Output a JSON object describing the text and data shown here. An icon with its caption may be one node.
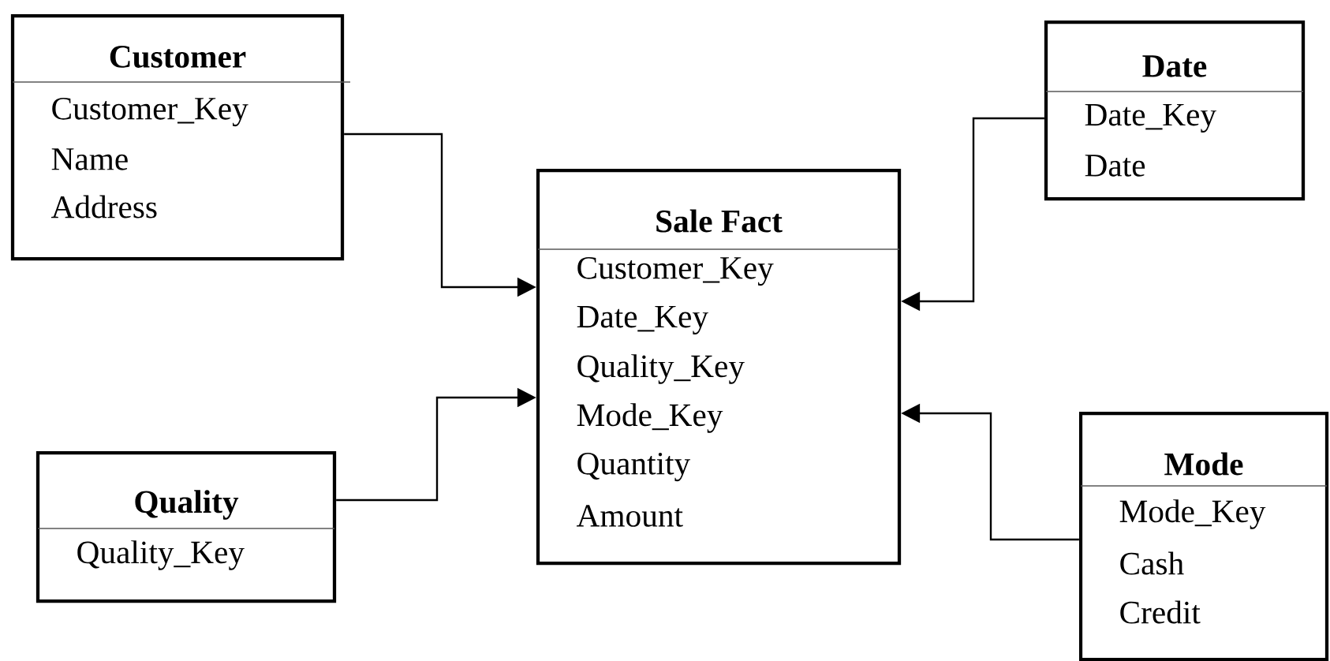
{
  "diagram": {
    "nodes": [
      {
        "text": [
          "Customer",
          "Customer_Key",
          "Name",
          "Address"
        ]
      },
      {
        "text": [
          "Date",
          "Date_Key",
          "Date"
        ]
      },
      {
        "text": [
          "Sale Fact",
          "Customer_Key",
          "Date_Key",
          "Quality_Key",
          "Mode_Key",
          "Quantity",
          "Amount"
        ]
      },
      {
        "text": [
          "Quality",
          "Quality_Key"
        ]
      },
      {
        "text": [
          "Mode",
          "Mode_Key",
          "Cash",
          "Credit"
        ]
      }
    ],
    "edges": [
      {
        "from": 0,
        "to": 2,
        "arrow": "to"
      },
      {
        "from": 1,
        "to": 2,
        "arrow": "to"
      },
      {
        "from": 3,
        "to": 2,
        "arrow": "to"
      },
      {
        "from": 4,
        "to": 2,
        "arrow": "to"
      }
    ]
  }
}
